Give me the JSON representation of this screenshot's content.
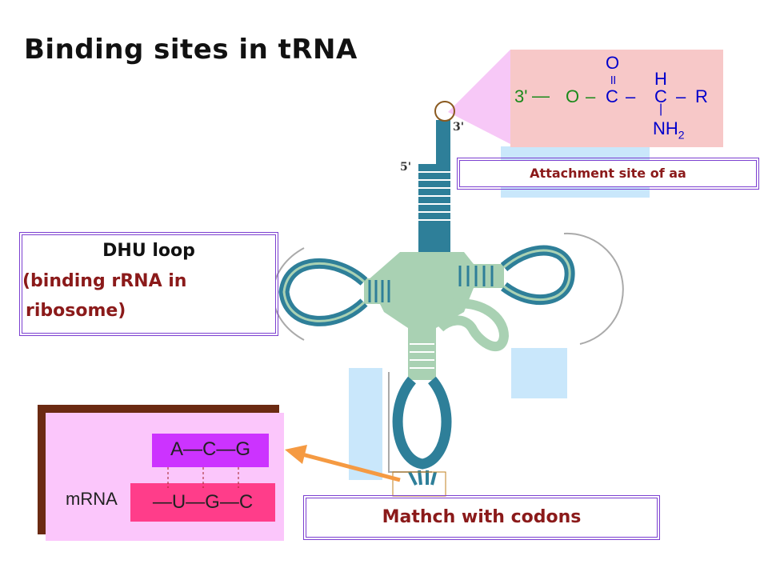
{
  "title": "Binding sites in tRNA",
  "trna": {
    "end_5": "5'",
    "end_3": "3'"
  },
  "attachment": {
    "label": "Attachment site of aa",
    "chem": {
      "three_prime": "3'",
      "dash1": "—",
      "o_ester": "O",
      "carbon1": "C",
      "o_carbonyl": "O",
      "h": "H",
      "carbon2": "C",
      "r": "R",
      "nh2": "NH",
      "nh2_sub": "2"
    }
  },
  "dhu": {
    "line1": "DHU loop",
    "line2": "(binding rRNA in",
    "line3": "ribosome)"
  },
  "codon": {
    "label": "Mathch with codons",
    "anticodon": "A—C—G",
    "codon": "—U—G—C",
    "mrna_label": "mRNA"
  },
  "colors": {
    "stem": "#2e7f99",
    "stem_light": "#a9d1b3",
    "accent_red": "#8b1a1a",
    "chem_bg": "#f7c8c8",
    "anticodon_bg": "#cc33ff",
    "codon_bg": "#ff3d8a",
    "panel_bg": "#fbc6fb",
    "arrow": "#f59a42"
  }
}
